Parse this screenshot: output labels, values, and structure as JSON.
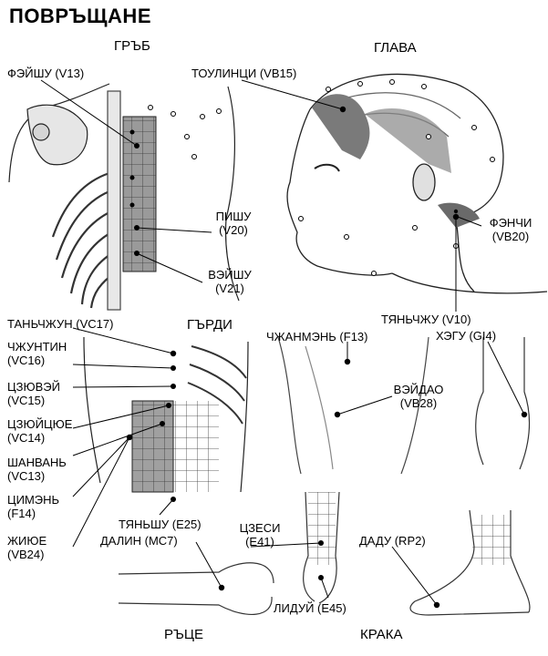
{
  "title": "ПОВРЪЩАНЕ",
  "sections": {
    "back": "ГРЪБ",
    "head": "ГЛАВА",
    "chest": "ГЪРДИ",
    "hands": "РЪЦЕ",
    "legs": "КРАКА"
  },
  "points": {
    "v13": "ФЭЙШУ (V13)",
    "pishu_1": "ПИШУ",
    "pishu_2": "(V20)",
    "veishu_1": "ВЭЙШУ",
    "veishu_2": "(V21)",
    "vb15": "ТОУЛИНЦИ (VB15)",
    "fenchi_1": "ФЭНЧИ",
    "fenchi_2": "(VB20)",
    "v10": "ТЯНЬЧЖУ (V10)",
    "vc17": "ТАНЬЧЖУН (VC17)",
    "vc16_1": "ЧЖУНТИН",
    "vc16_2": "(VC16)",
    "vc15_1": "ЦЗЮВЭЙ",
    "vc15_2": "(VC15)",
    "vc14_1": "ЦЗЮЙЦЮЕ",
    "vc14_2": "(VC14)",
    "vc13_1": "ШАНВАНЬ",
    "vc13_2": "(VC13)",
    "f14_1": "ЦИМЭНЬ",
    "f14_2": "(F14)",
    "vb24_1": "ЖИЮЕ",
    "vb24_2": "(VB24)",
    "e25": "ТЯНЬШУ (E25)",
    "f13": "ЧЖАНМЭНЬ (F13)",
    "vb28_1": "ВЭЙДАО",
    "vb28_2": "(VB28)",
    "gi4": "ХЭГУ (GI4)",
    "mc7": "ДАЛИН (МС7)",
    "e41_1": "ЦЗЕСИ",
    "e41_2": "(E41)",
    "e45": "ЛИДУЙ (E45)",
    "rp2": "ДАДУ (RP2)"
  }
}
